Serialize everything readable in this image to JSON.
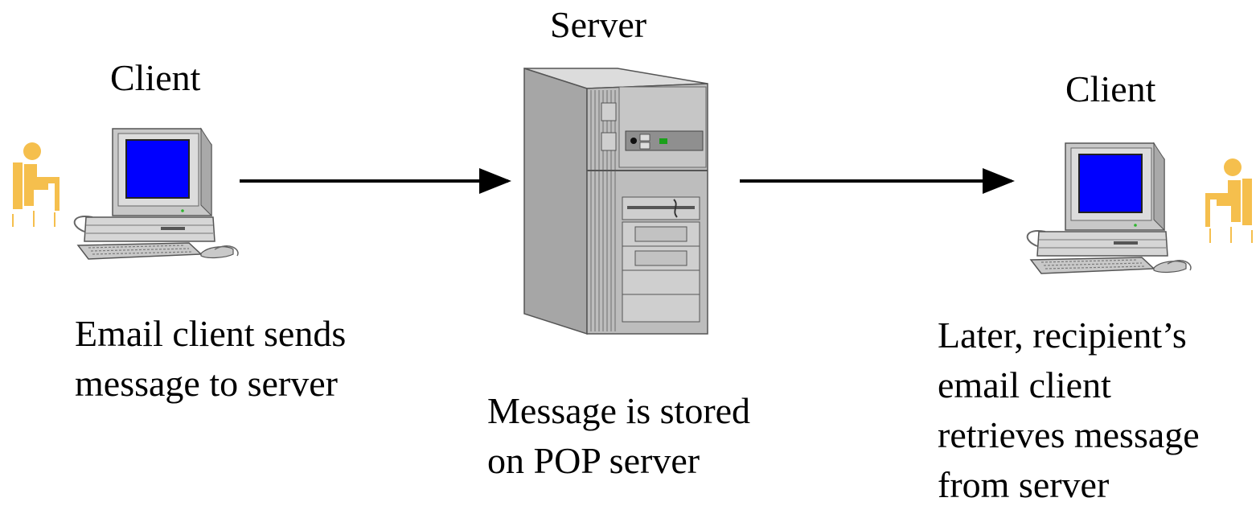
{
  "nodes": {
    "left_client": {
      "title": "Client",
      "caption_lines": [
        "Email client sends",
        "message to server"
      ]
    },
    "server": {
      "title": "Server",
      "caption_lines": [
        "Message is stored",
        "on POP server"
      ]
    },
    "right_client": {
      "title": "Client",
      "caption_lines": [
        "Later, recipient’s",
        "email client",
        "retrieves message",
        "from  server"
      ]
    }
  },
  "icons": {
    "left_person": "person-seated-icon",
    "left_computer": "desktop-computer-icon",
    "server": "server-tower-icon",
    "right_computer": "desktop-computer-icon",
    "right_person": "person-seated-icon"
  },
  "colors": {
    "person": "#f5bf4d",
    "screen": "#0000ff",
    "computer_body": "#d9d9d9",
    "server_body": "#b8b8b8",
    "arrow": "#000000"
  }
}
